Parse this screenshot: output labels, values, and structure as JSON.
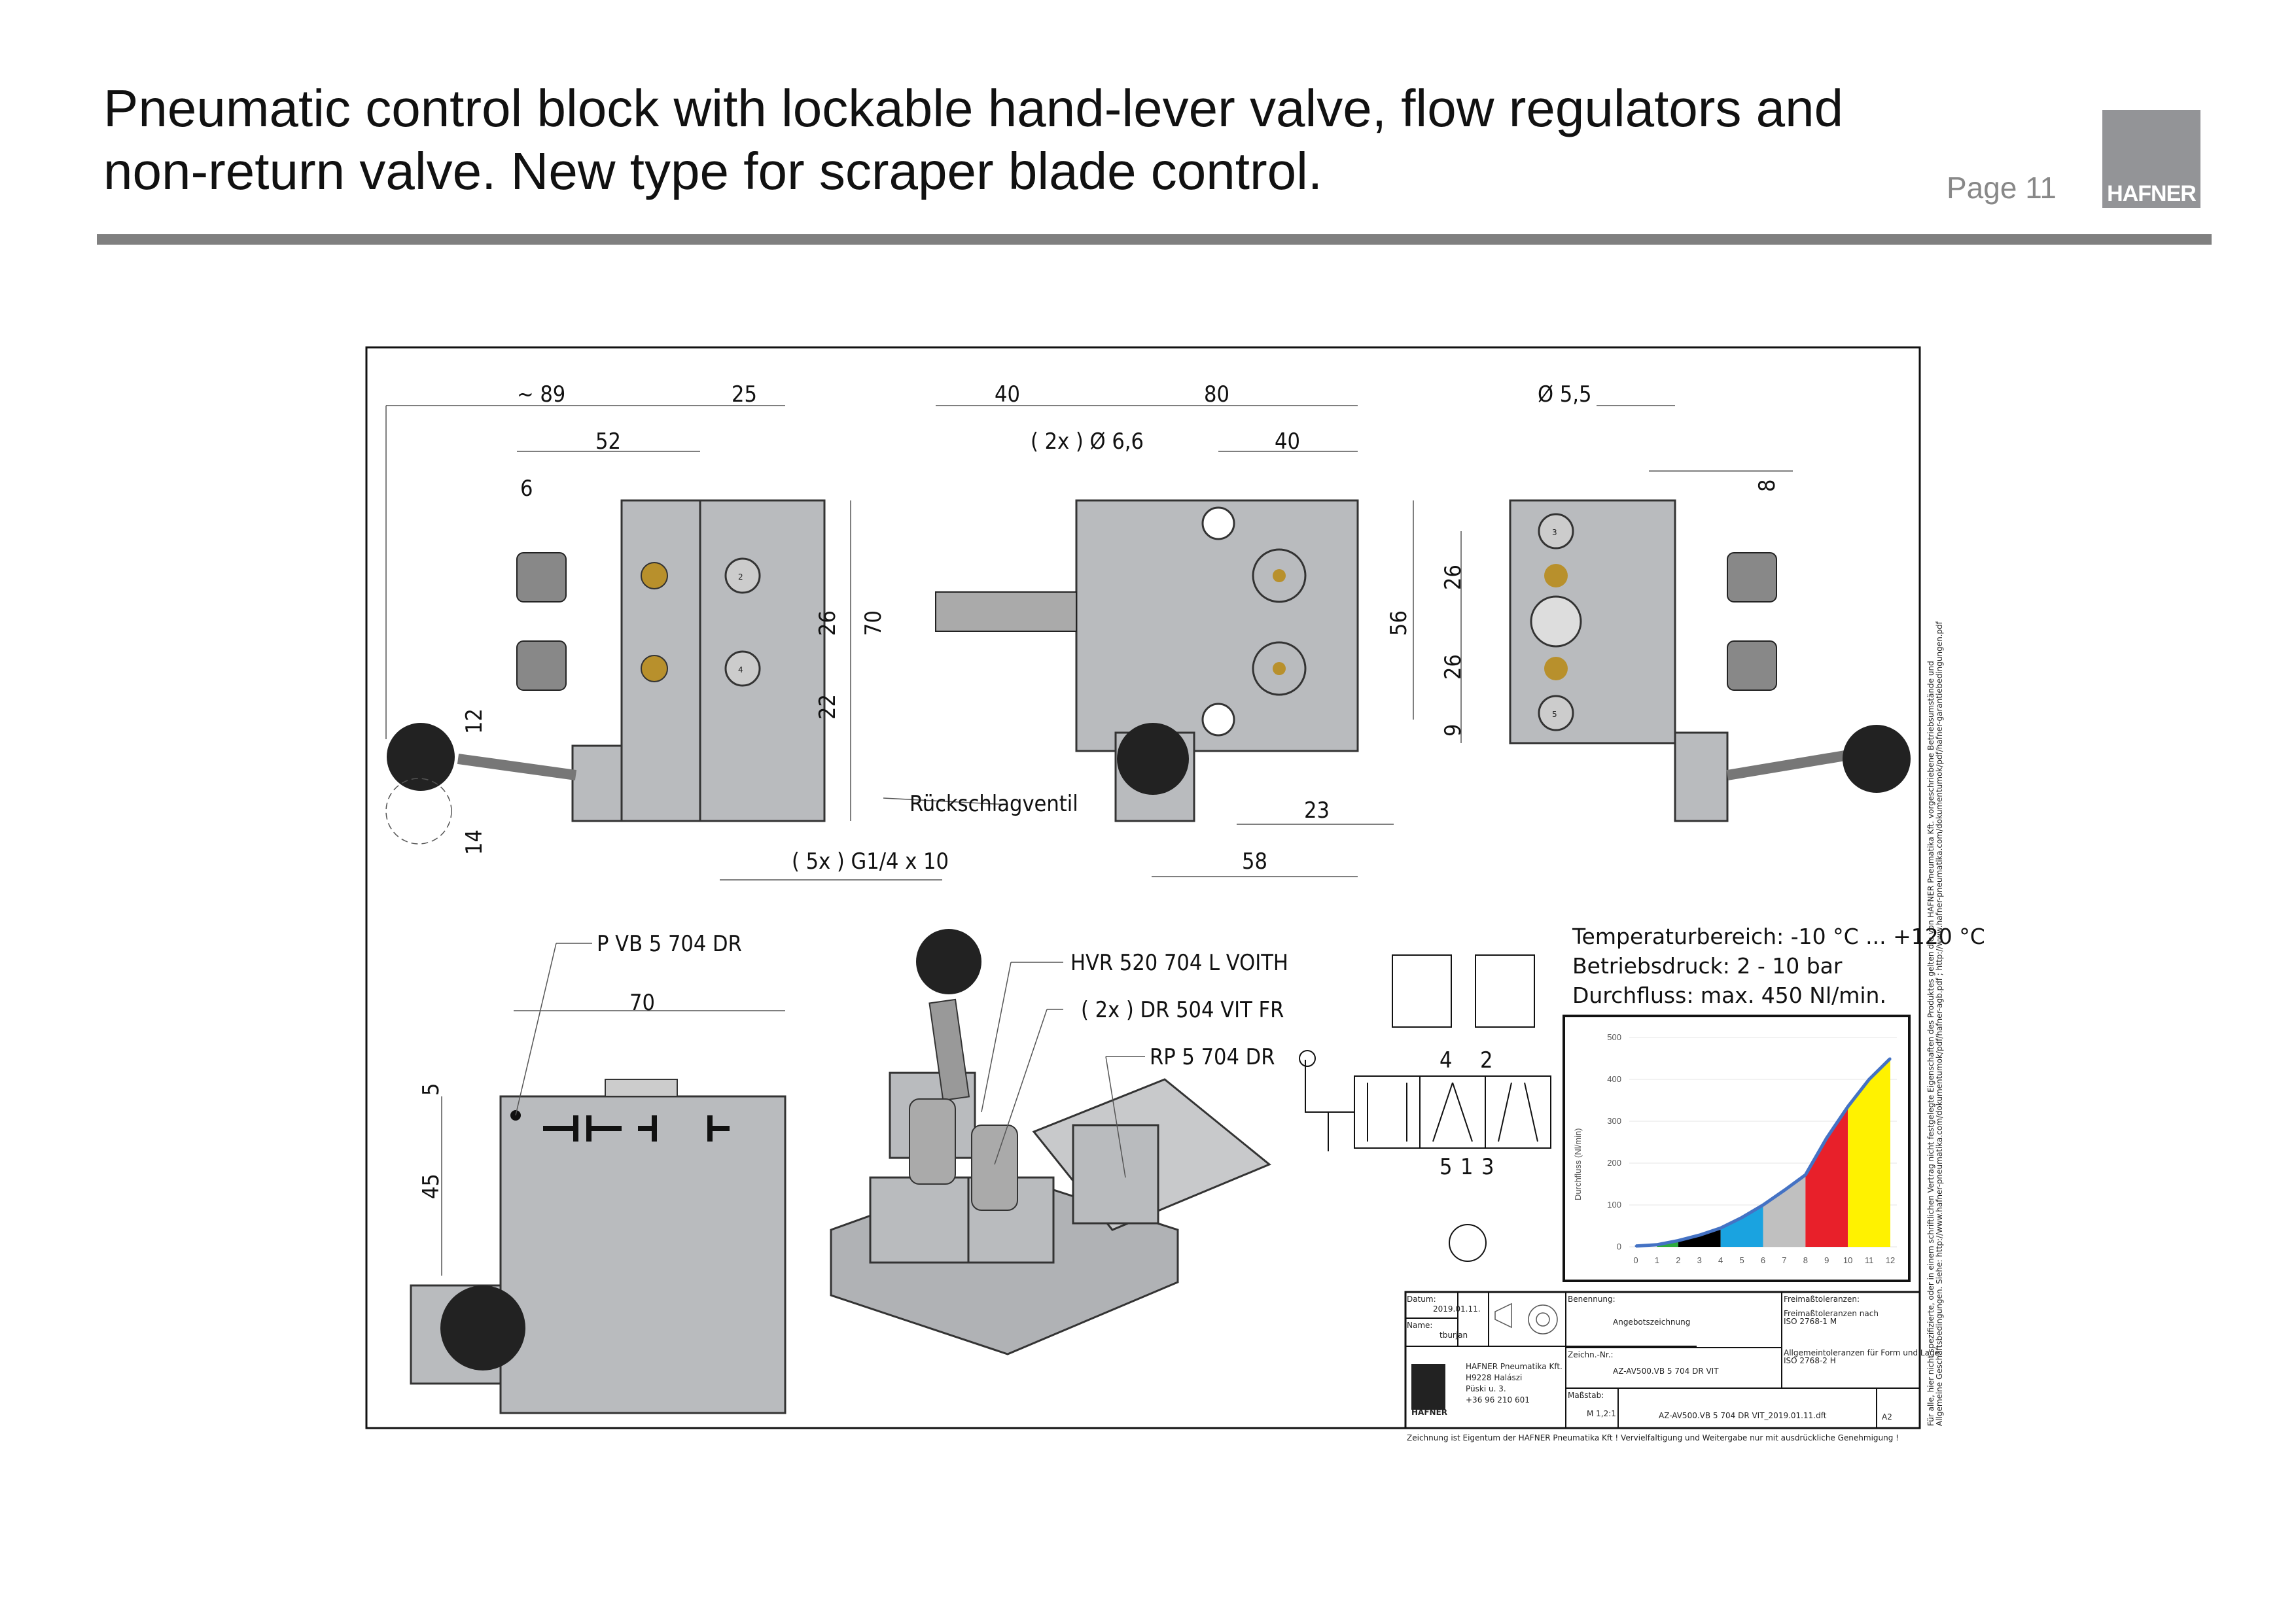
{
  "header": {
    "title_line1": "Pneumatic control block with lockable hand-lever valve, flow regulators and",
    "title_line2": "non-return valve. New type for scraper blade control.",
    "page": "Page 11",
    "logo_text": "HAFNER"
  },
  "drawing": {
    "front_view": {
      "d_89": "~ 89",
      "d_25": "25",
      "d_52": "52",
      "d_6": "6",
      "d_26": "26",
      "d_70": "70",
      "d_22": "22",
      "d_12": "12",
      "d_14": "14",
      "port_2": "2",
      "port_4": "4",
      "thread": "( 5x ) G1/4 x 10",
      "check_valve": "Rückschlagventil"
    },
    "side_view": {
      "d_40a": "40",
      "d_80": "80",
      "holes": "( 2x )  Ø  6,6",
      "d_40b": "40",
      "d_56": "56",
      "d_23": "23",
      "d_58": "58"
    },
    "rear_view": {
      "d_55": "Ø  5,5",
      "d_8": "8",
      "d_26a": "26",
      "d_26b": "26",
      "d_9": "9",
      "port_3": "3",
      "port_5": "5"
    },
    "top_view": {
      "part": "P VB 5 704 DR",
      "d_70": "70",
      "d_5": "5",
      "d_45": "45"
    },
    "iso_view": {
      "valve": "HVR 520 704 L VOITH",
      "regulator": "( 2x ) DR 504 VIT FR",
      "check": "RP 5 704 DR"
    },
    "schematic": {
      "p4": "4",
      "p2": "2",
      "p5": "5",
      "p1": "1",
      "p3": "3"
    },
    "specs": [
      "Temperaturbereich: -10 °C ... +120 °C",
      "Betriebsdruck: 2 - 10 bar",
      "Durchfluss: max. 450 Nl/min."
    ]
  },
  "chart_data": {
    "type": "area",
    "title": "",
    "xlabel": "",
    "ylabel": "Durchfluss (Nl/min)",
    "x": [
      0,
      1,
      2,
      3,
      4,
      5,
      6,
      7,
      8,
      9,
      10,
      11,
      12
    ],
    "y": [
      2,
      5,
      15,
      28,
      45,
      70,
      100,
      135,
      172,
      260,
      335,
      400,
      450
    ],
    "xlim": [
      0,
      12
    ],
    "ylim": [
      0,
      500
    ],
    "yticks": [
      "0",
      "100",
      "200",
      "300",
      "400",
      "500"
    ],
    "xticks": [
      "0",
      "1",
      "2",
      "3",
      "4",
      "5",
      "6",
      "7",
      "8",
      "9",
      "10",
      "11",
      "12"
    ],
    "bands": [
      {
        "from": 1,
        "to": 2,
        "color": "#2eaa3e"
      },
      {
        "from": 2,
        "to": 4,
        "color": "#000000"
      },
      {
        "from": 4,
        "to": 6,
        "color": "#1aa3e0"
      },
      {
        "from": 6,
        "to": 8,
        "color": "#c0c0c0"
      },
      {
        "from": 8,
        "to": 10,
        "color": "#e8202a"
      },
      {
        "from": 10,
        "to": 12,
        "color": "#fff200"
      }
    ],
    "line_color": "#4472c4",
    "grid": true
  },
  "title_block": {
    "datum_label": "Datum:",
    "datum": "2019.01.11.",
    "name_label": "Name:",
    "name": "tburjan",
    "benennung_label": "Benennung:",
    "benennung": "Angebotszeichnung",
    "tol_label": "Freimaßtoleranzen:",
    "tol1": "Freimaßtoleranzen nach",
    "tol1b": "ISO 2768-1 M",
    "tol2": "Allgemeintoleranzen für Form und Lage",
    "tol2b": "ISO 2768-2 H",
    "company": [
      "HAFNER Pneumatika Kft.",
      "H9228 Halászi",
      "Püski u. 3.",
      "+36 96 210 601"
    ],
    "logo": "HAFNER",
    "zeichn_label": "Zeichn.-Nr.:",
    "zeichn": "AZ-AV500.VB 5 704 DR VIT",
    "massstab_label": "Maßstab:",
    "massstab": "M 1,2:1",
    "file": "AZ-AV500.VB 5 704 DR VIT_2019.01.11.dft",
    "format": "A2",
    "footer": "Zeichnung ist Eigentum der HAFNER Pneumatika Kft ! Vervielfaltigung und Weitergabe nur mit ausdrückliche Genehmigung !",
    "side_note1": "Für alle, hier nicht spezifizierte, oder in einem schriftlichen Vertrag nicht festgelegte Eigenschaften des Produktes gelten die von HAFNER Pneumatika Kft. vorgeschriebene Betriebsumstände und",
    "side_note2": "Allgemeine Geschäftsbedingungen. Siehe: http://www.hafner-pneumatika.com/dokumentumok/pdf/hafner-agb.pdf ; http://www.hafner-pneumatika.com/dokumentumok/pdf/hafner-garantiebedingungen.pdf"
  }
}
